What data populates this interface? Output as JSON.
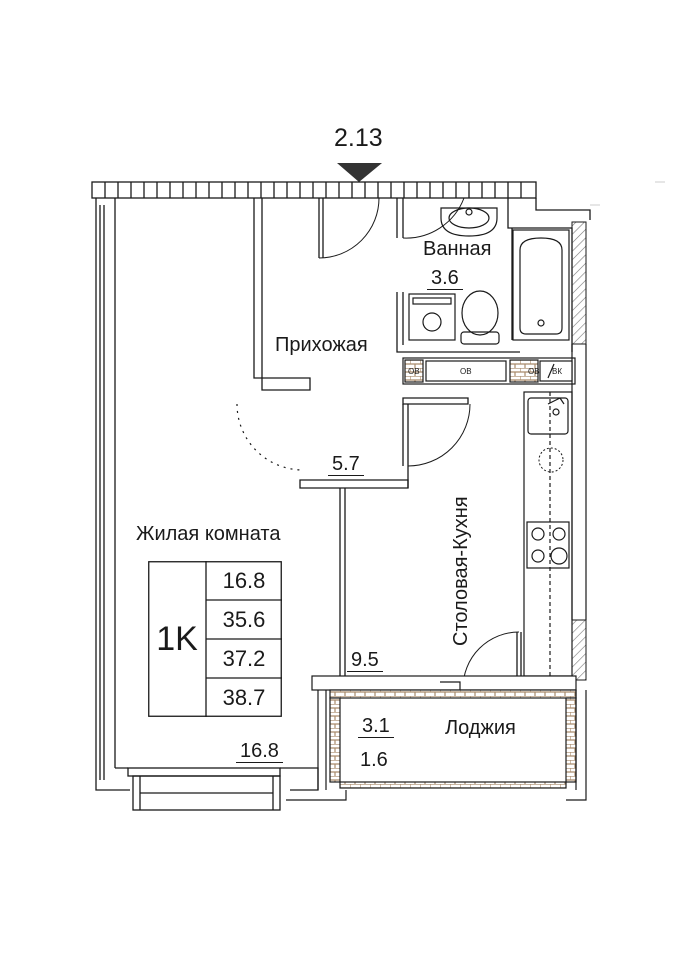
{
  "marker": {
    "label": "2.13"
  },
  "rooms": {
    "bathroom": {
      "name": "Ванная",
      "area": "3.6"
    },
    "hallway": {
      "name": "Прихожая",
      "area": "5.7"
    },
    "living": {
      "name": "Жилая комната",
      "area": "16.8"
    },
    "kitchen": {
      "name": "Столовая-Кухня",
      "area": "9.5"
    },
    "loggia": {
      "name": "Лоджия",
      "area_full": "3.1",
      "area_reduced": "1.6"
    }
  },
  "summary": {
    "type": "1K",
    "values": [
      "16.8",
      "35.6",
      "37.2",
      "38.7"
    ]
  },
  "service_labels": {
    "ob_left": "ОВ",
    "ob_center": "ОВ",
    "ob_right": "ОВ",
    "vk": "ВК"
  },
  "colors": {
    "line": "#1a1a1a",
    "loggia_wall": "#a98b6b",
    "wall_hatch": "#777777"
  }
}
